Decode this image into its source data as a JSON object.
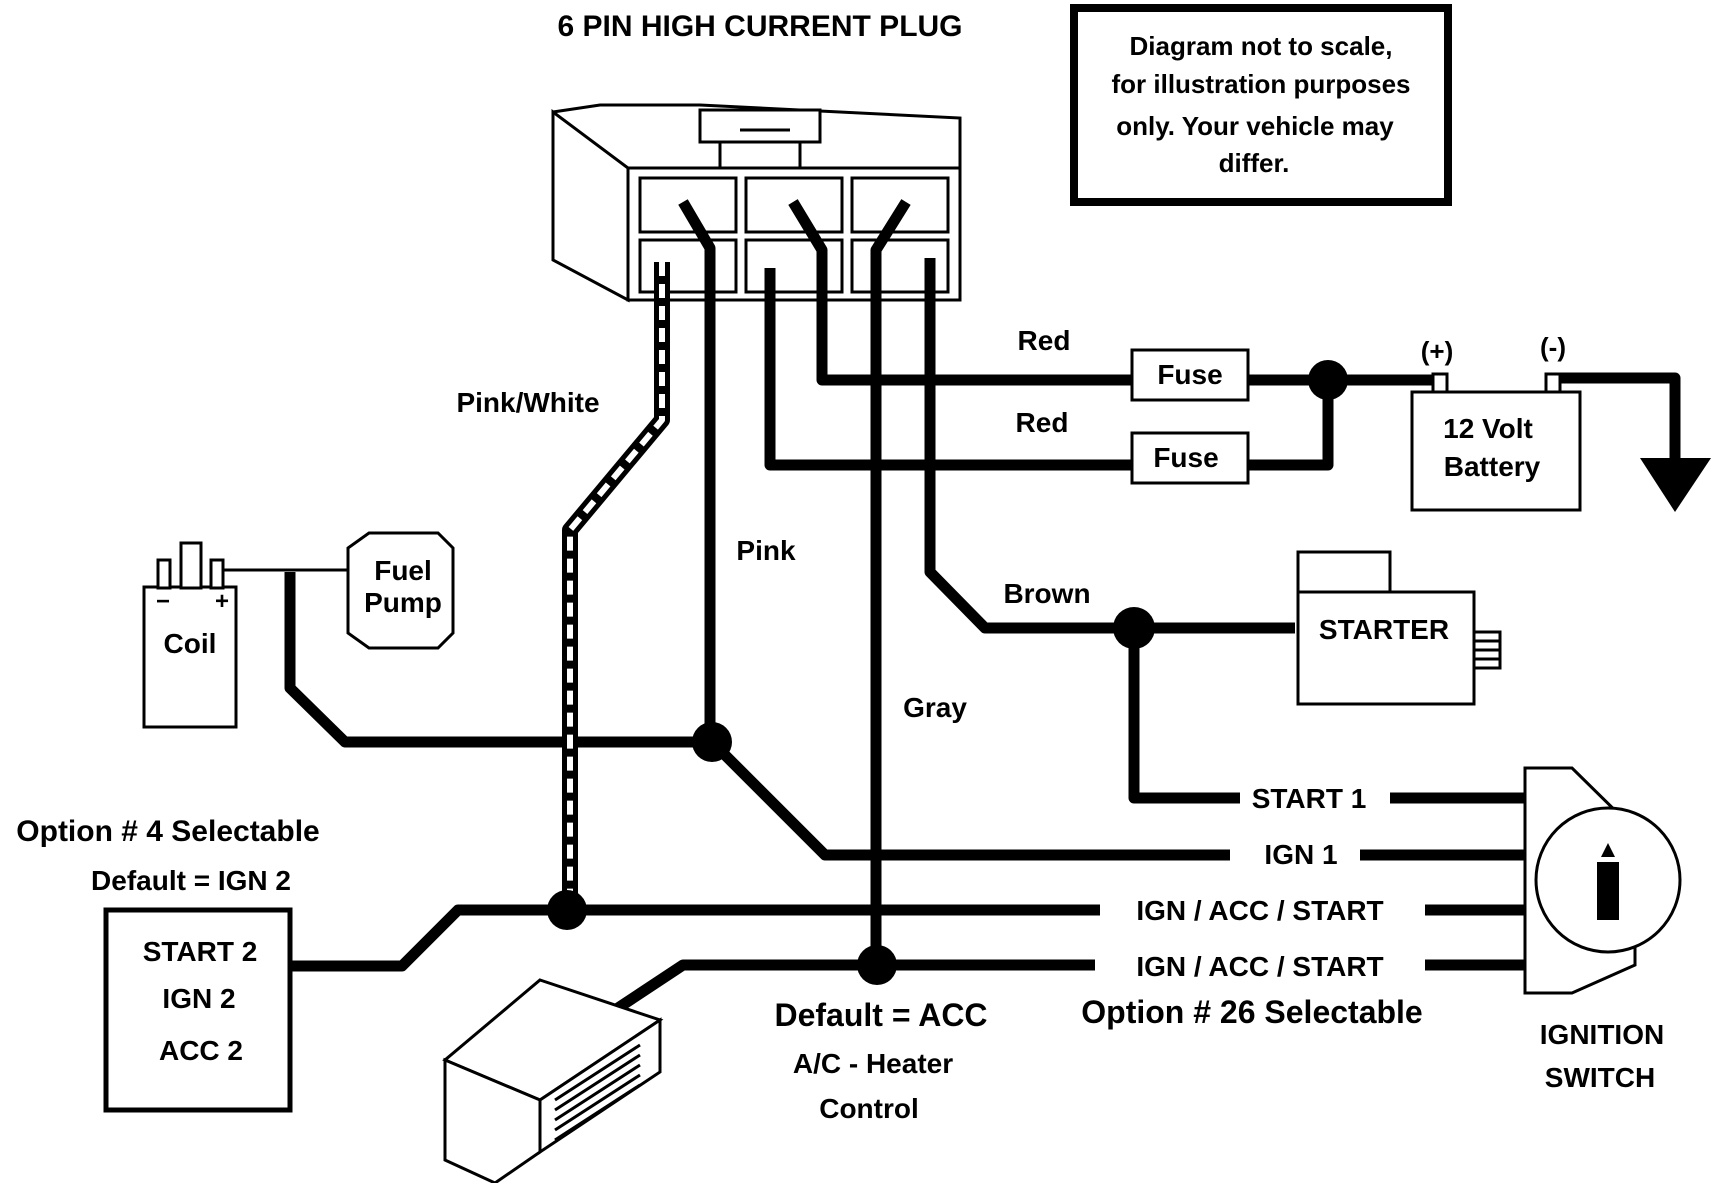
{
  "title": "6 PIN HIGH CURRENT PLUG",
  "disclaimer": [
    "Diagram not to scale,",
    "for illustration purposes",
    "only. Your vehicle may",
    "differ."
  ],
  "wires": {
    "pink_white": "Pink/White",
    "pink": "Pink",
    "gray": "Gray",
    "red_1": "Red",
    "red_2": "Red",
    "brown": "Brown"
  },
  "components": {
    "fuse_1": "Fuse",
    "fuse_2": "Fuse",
    "battery_pos": "(+)",
    "battery_neg": "(-)",
    "battery": [
      "12 Volt",
      "Battery"
    ],
    "starter": "STARTER",
    "fuel_pump": [
      "Fuel",
      "Pump"
    ],
    "coil": "Coil",
    "coil_minus": "−",
    "coil_plus": "+",
    "ignition_switch": [
      "IGNITION",
      "SWITCH"
    ]
  },
  "switch_terminals": {
    "start_1": "START 1",
    "ign_1": "IGN 1",
    "ign_acc_start_1": "IGN / ACC / START",
    "ign_acc_start_2": "IGN / ACC / START"
  },
  "option_4": {
    "title": "Option # 4 Selectable",
    "default": "Default = IGN 2",
    "choices": [
      "START 2",
      "IGN 2",
      "ACC 2"
    ]
  },
  "option_26": "Option # 26 Selectable",
  "ac_default": "Default = ACC",
  "ac_label": [
    "A/C - Heater",
    "Control"
  ]
}
